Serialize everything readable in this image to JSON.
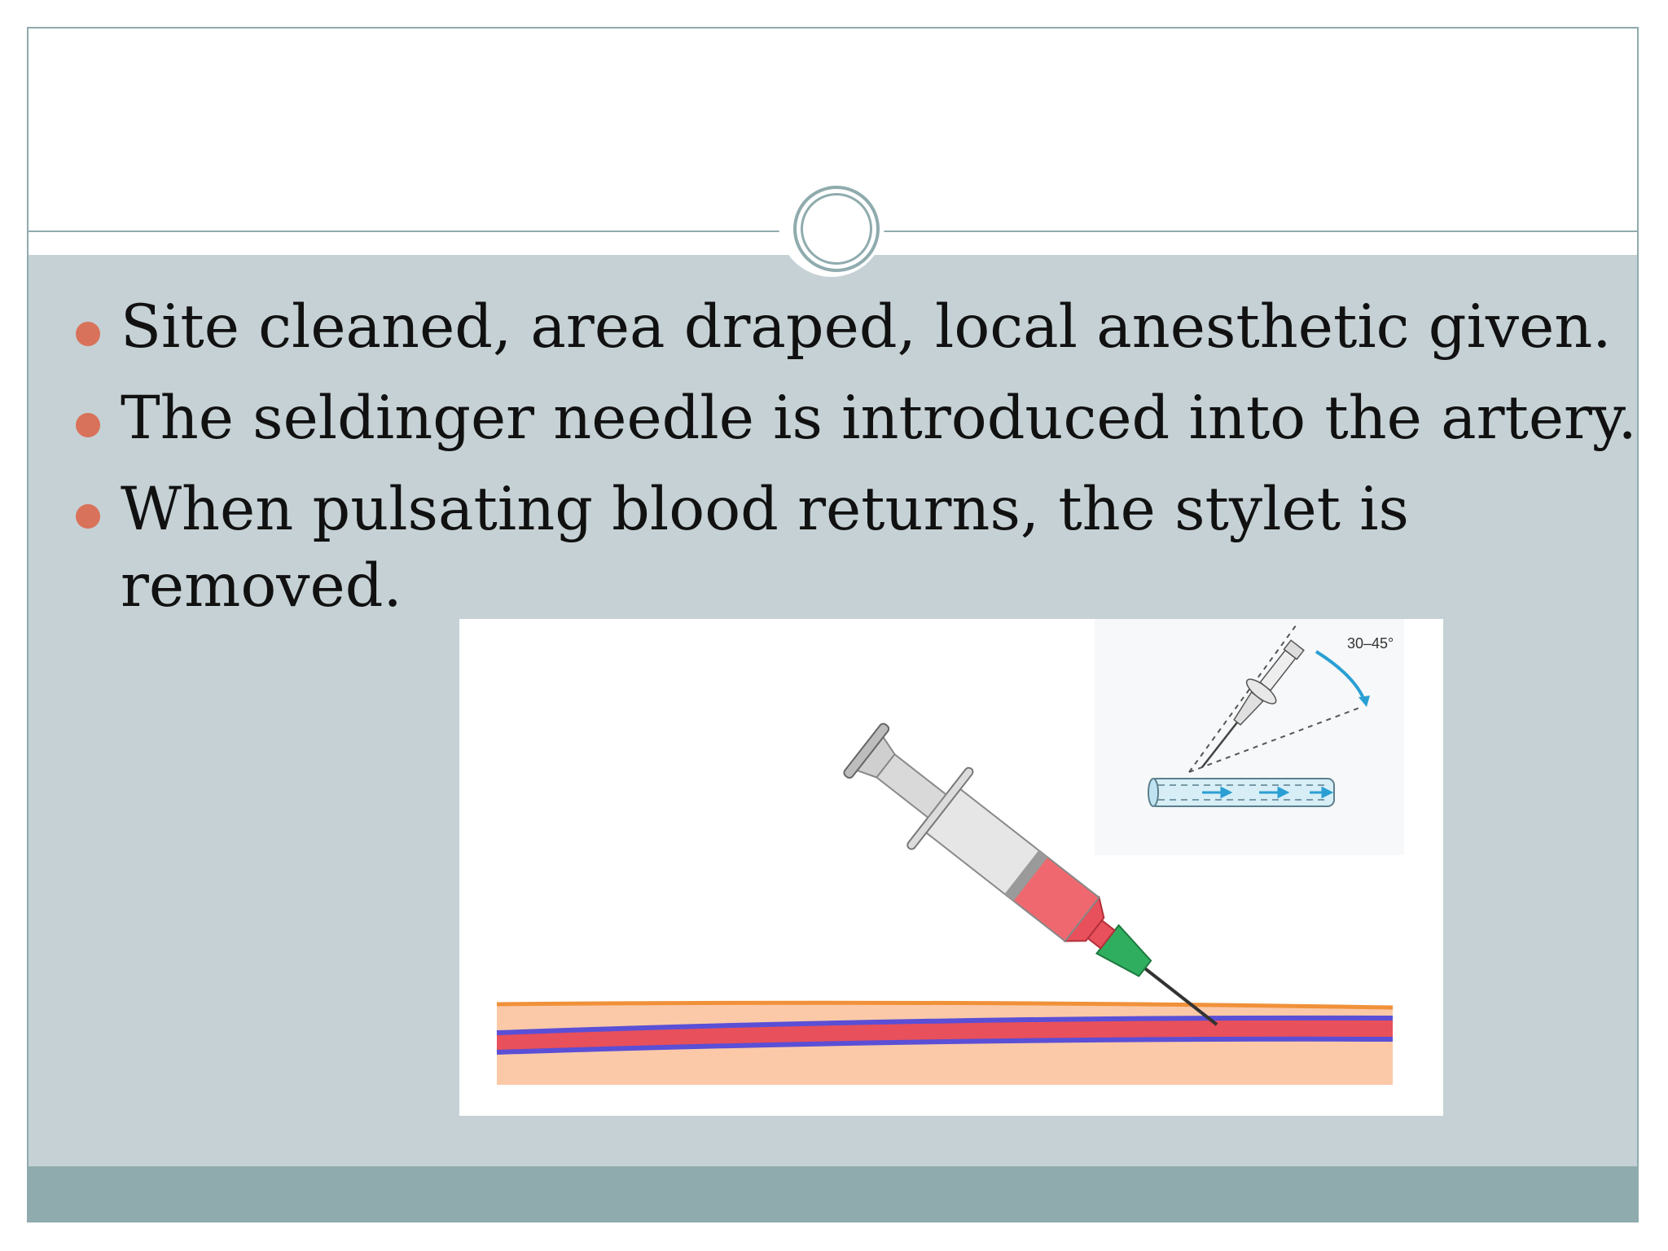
{
  "slide": {
    "bullets": [
      {
        "lines": [
          "Site cleaned, area draped, local anesthetic given."
        ]
      },
      {
        "lines": [
          "The seldinger needle is introduced into the artery."
        ]
      },
      {
        "lines": [
          "When pulsating blood returns, the stylet is",
          "removed."
        ]
      }
    ],
    "illustration": {
      "angle_label": "30–45°"
    },
    "colors": {
      "accent": "#8fabad",
      "content_bg": "#c5d1d5",
      "bullet": "#d9725a",
      "blood": "#e8505b",
      "vessel_wall": "#5a4fd6",
      "skin": "#fbc9a8"
    }
  }
}
